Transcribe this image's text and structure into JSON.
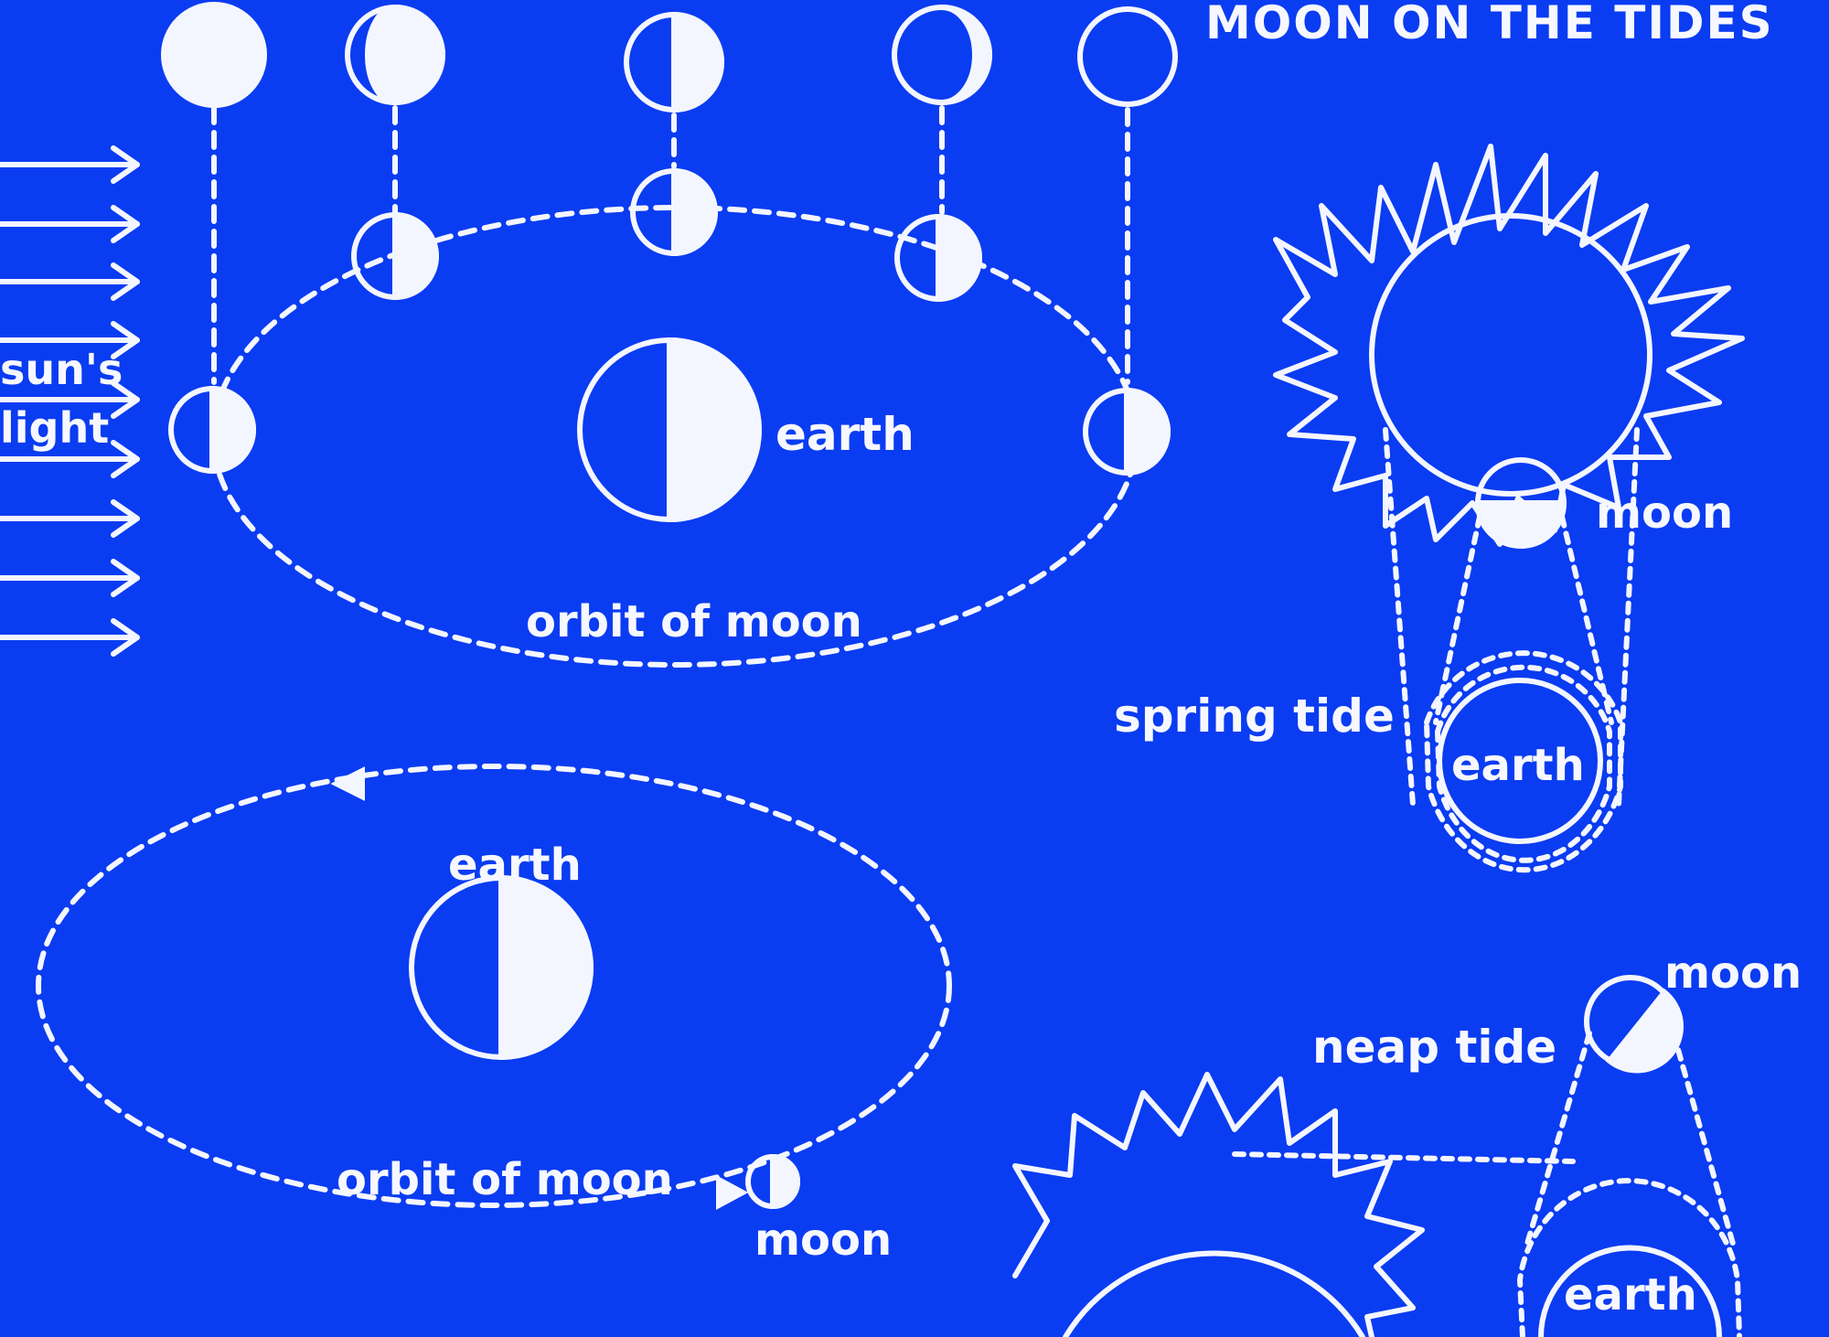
{
  "title": "MOON ON THE TIDES",
  "colors": {
    "background": "#0a3cf2",
    "chalk": "#f4f6ff"
  },
  "labels": {
    "suns_light_1": "sun's",
    "suns_light_2": "light",
    "phases_earth": "earth",
    "phases_orbit": "orbit of moon",
    "orbit2_earth": "earth",
    "orbit2_orbit": "orbit of moon",
    "orbit2_moon": "moon",
    "spring_moon": "moon",
    "spring_tide": "spring tide",
    "spring_earth": "earth",
    "neap_moon": "moon",
    "neap_tide": "neap tide",
    "neap_earth": "earth"
  }
}
